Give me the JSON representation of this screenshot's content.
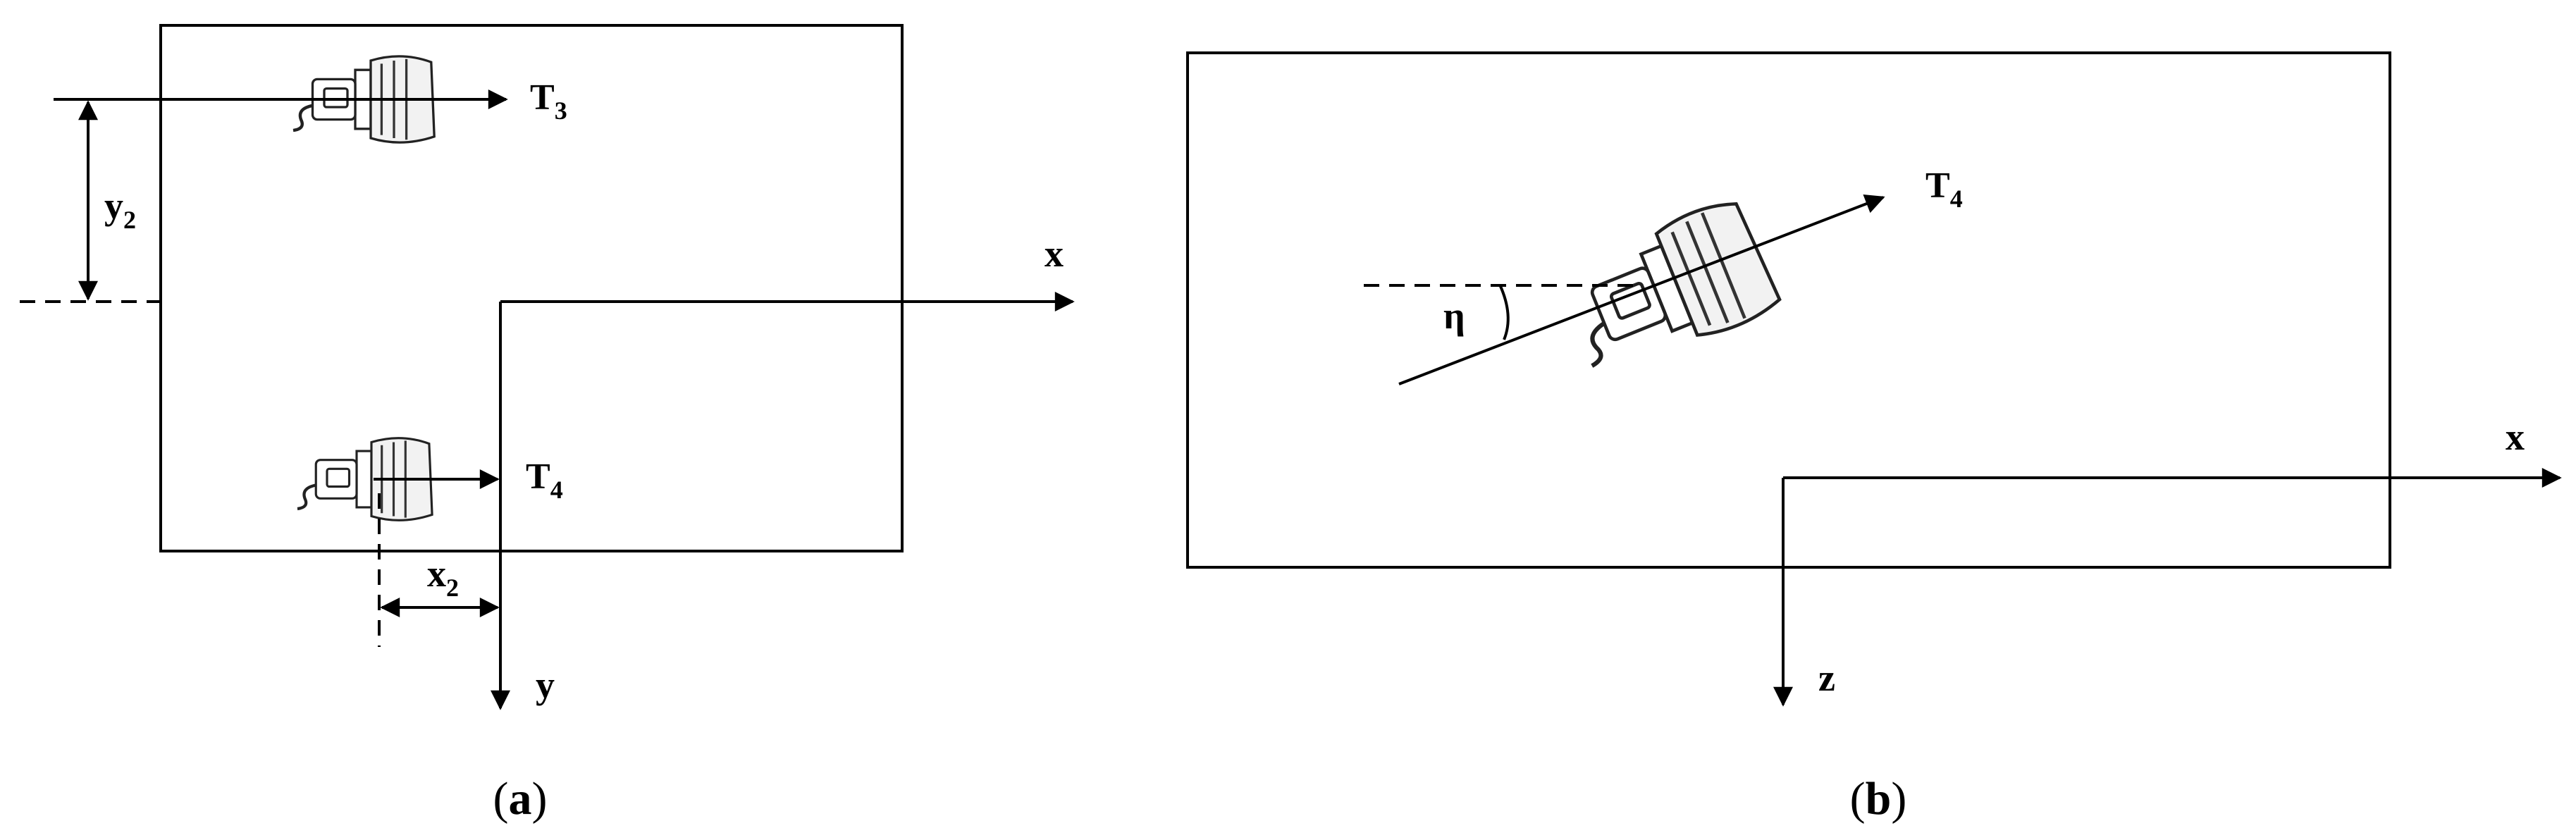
{
  "panel_a": {
    "caption_open": "(",
    "caption_letter": "a",
    "caption_close": ")",
    "thruster_top_label": "T",
    "thruster_top_sub": "3",
    "thruster_bottom_label": "T",
    "thruster_bottom_sub": "4",
    "axis_x_label": "x",
    "axis_y_label": "y",
    "dim_y_label": "y",
    "dim_y_sub": "2",
    "dim_x_label": "x",
    "dim_x_sub": "2"
  },
  "panel_b": {
    "caption_open": "(",
    "caption_letter": "b",
    "caption_close": ")",
    "thruster_label": "T",
    "thruster_sub": "4",
    "angle_label": "η",
    "axis_x_label": "x",
    "axis_z_label": "z"
  },
  "icons": {
    "thruster": "thruster-icon",
    "arrow": "arrow-head-icon"
  }
}
